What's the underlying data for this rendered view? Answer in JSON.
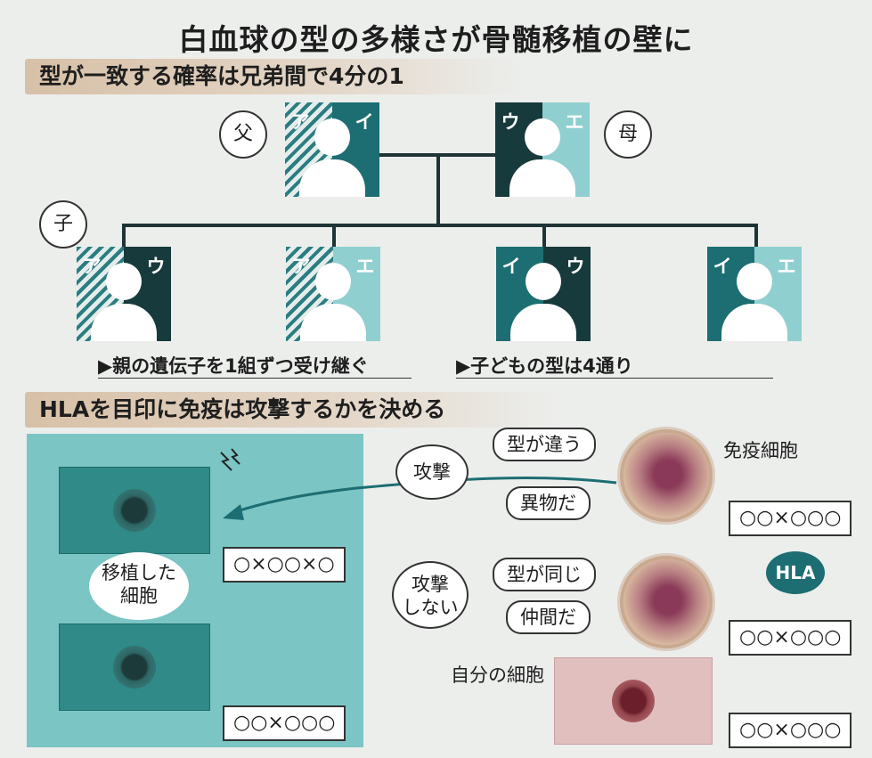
{
  "title": "白血球の型の多様さが骨髄移植の壁に",
  "section1": {
    "heading": "型が一致する確率は兄弟間で4分の1",
    "father": {
      "label": "父",
      "left": "ア",
      "right": "イ"
    },
    "mother": {
      "label": "母",
      "left": "ウ",
      "right": "エ"
    },
    "child_label": "子",
    "children": [
      {
        "left": "ア",
        "right": "ウ"
      },
      {
        "left": "ア",
        "right": "エ"
      },
      {
        "left": "イ",
        "right": "ウ"
      },
      {
        "left": "イ",
        "right": "エ"
      }
    ],
    "note_left": "▶親の遺伝子を1組ずつ受け継ぐ",
    "note_right": "▶子どもの型は4通り"
  },
  "section2": {
    "heading": "HLAを目印に免疫は攻撃するかを決める",
    "transplant_label": "移植した\n細胞",
    "transplant_tag_top": "○×○○×○",
    "transplant_tag_bottom": "○○×○○○",
    "attack_label": "攻撃",
    "no_attack_label": "攻撃\nしない",
    "diff_type": "型が違う",
    "foreign": "異物だ",
    "same_type": "型が同じ",
    "friend": "仲間だ",
    "immune_label": "免疫細胞",
    "immune_tag_top": "○○×○○○",
    "immune_tag_bottom": "○○×○○○",
    "hla_label": "HLA",
    "own_label": "自分の細胞",
    "own_tag": "○○×○○○"
  },
  "colors": {
    "teal": "#1d6e72",
    "dark_teal": "#173a3c",
    "light_teal": "#90cfd0",
    "panel": "#7cc5c5",
    "band": "#d7c0a7"
  }
}
